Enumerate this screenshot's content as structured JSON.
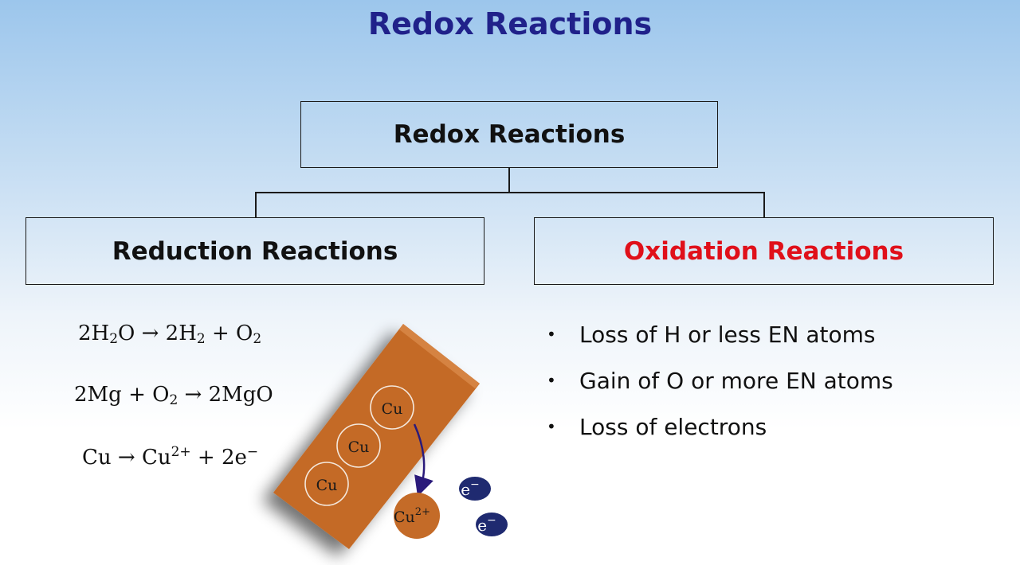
{
  "page_title": "Redox Reactions",
  "diagram": {
    "root": "Redox Reactions",
    "left": "Reduction Reactions",
    "right": "Oxidation Reactions"
  },
  "equations": [
    {
      "coef_a": "2H",
      "sub_a": "2",
      "rest_a": "O → 2H",
      "sub_b": "2",
      "rest_b": " + O",
      "sub_c": "2"
    },
    {
      "pre": "2Mg + O",
      "sub": "2",
      "post": " → 2MgO"
    },
    {
      "pre": "Cu → Cu",
      "sup": "2+",
      "post": " + 2e",
      "sup2": "−"
    }
  ],
  "bullets": [
    "Loss of H or less EN atoms",
    "Gain of O or more EN atoms",
    "Loss of electrons"
  ],
  "illustration": {
    "atom_label": "Cu",
    "ion_label": "Cu",
    "ion_charge": "2+",
    "electron_label": "e",
    "electron_charge": "−",
    "colors": {
      "copper": "#c46b28",
      "electron": "#1f2a70",
      "arrow": "#2a1a7a"
    }
  }
}
